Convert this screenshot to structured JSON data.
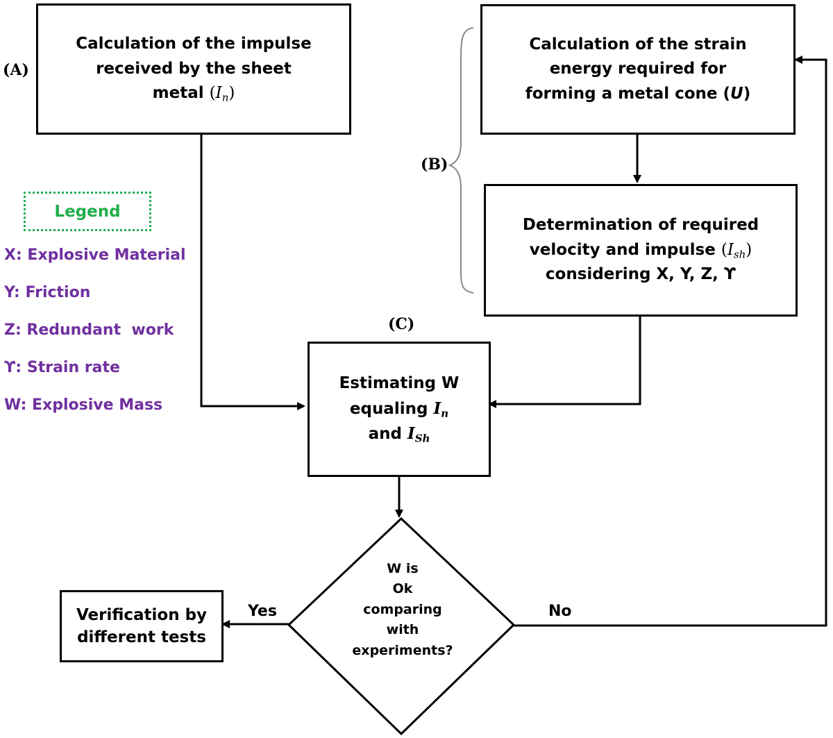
{
  "tags": {
    "a": "(A)",
    "b": "(B)",
    "c": "(C)"
  },
  "box_a": {
    "line1": "Calculation of the impulse",
    "line2": "received by the sheet",
    "line3": "metal",
    "sym": "I",
    "sub": "n"
  },
  "box_u": {
    "line1": "Calculation of the strain",
    "line2": "energy required for",
    "line3": "forming a metal cone (",
    "sym": "U",
    "line3_end": ")"
  },
  "box_v": {
    "line1": "Determination of required",
    "line2": "velocity and impulse",
    "sym": "I",
    "sub": "sh",
    "line3": "considering X, Y, Z, ϒ"
  },
  "box_w": {
    "line1": "Estimating W",
    "line2": "equaling",
    "sym1": "I",
    "sub1": "n",
    "line3": "and",
    "sym2": "I",
    "sub2": "Sh"
  },
  "decision": {
    "line1": "W is",
    "line2": "Ok",
    "line3": "comparing",
    "line4": "with",
    "line5": "experiments?"
  },
  "box_verify": {
    "line1": "Verification by",
    "line2": "different tests"
  },
  "edge_labels": {
    "yes": "Yes",
    "no": "No"
  },
  "legend": {
    "title": "Legend",
    "items": [
      "X: Explosive Material",
      "Y: Friction",
      "Z: Redundant  work",
      "ϒ: Strain rate",
      "W: Explosive Mass"
    ]
  },
  "colors": {
    "legend_title": "#1fae4a",
    "legend_items": "#7030a0",
    "lines": "#000000",
    "brace": "#888888"
  }
}
